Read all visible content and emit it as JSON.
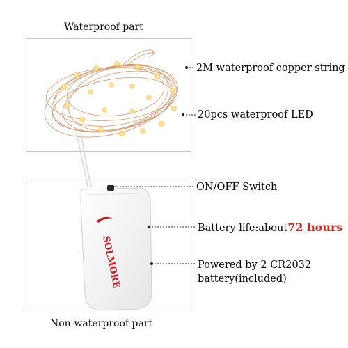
{
  "header": {
    "top_caption": "Waterproof part"
  },
  "footer": {
    "bottom_caption": "Non-waterproof part"
  },
  "brand": {
    "logo_text": "SOLMORE",
    "logo_initial": "S"
  },
  "callouts": [
    {
      "text": "2M waterproof copper string"
    },
    {
      "text": "20pcs waterproof LED"
    },
    {
      "text": "ON/OFF Switch"
    },
    {
      "prefix": "Battery life:about",
      "highlight": "72 hours"
    },
    {
      "line1": "Powered by 2 CR2032",
      "line2": "battery(included)"
    }
  ],
  "colors": {
    "box_border": "#d9b8cf",
    "wire": "#c9834f",
    "led_glow": "#ffd27a",
    "highlight": "#c62b22",
    "logo_red": "#c8181e"
  }
}
